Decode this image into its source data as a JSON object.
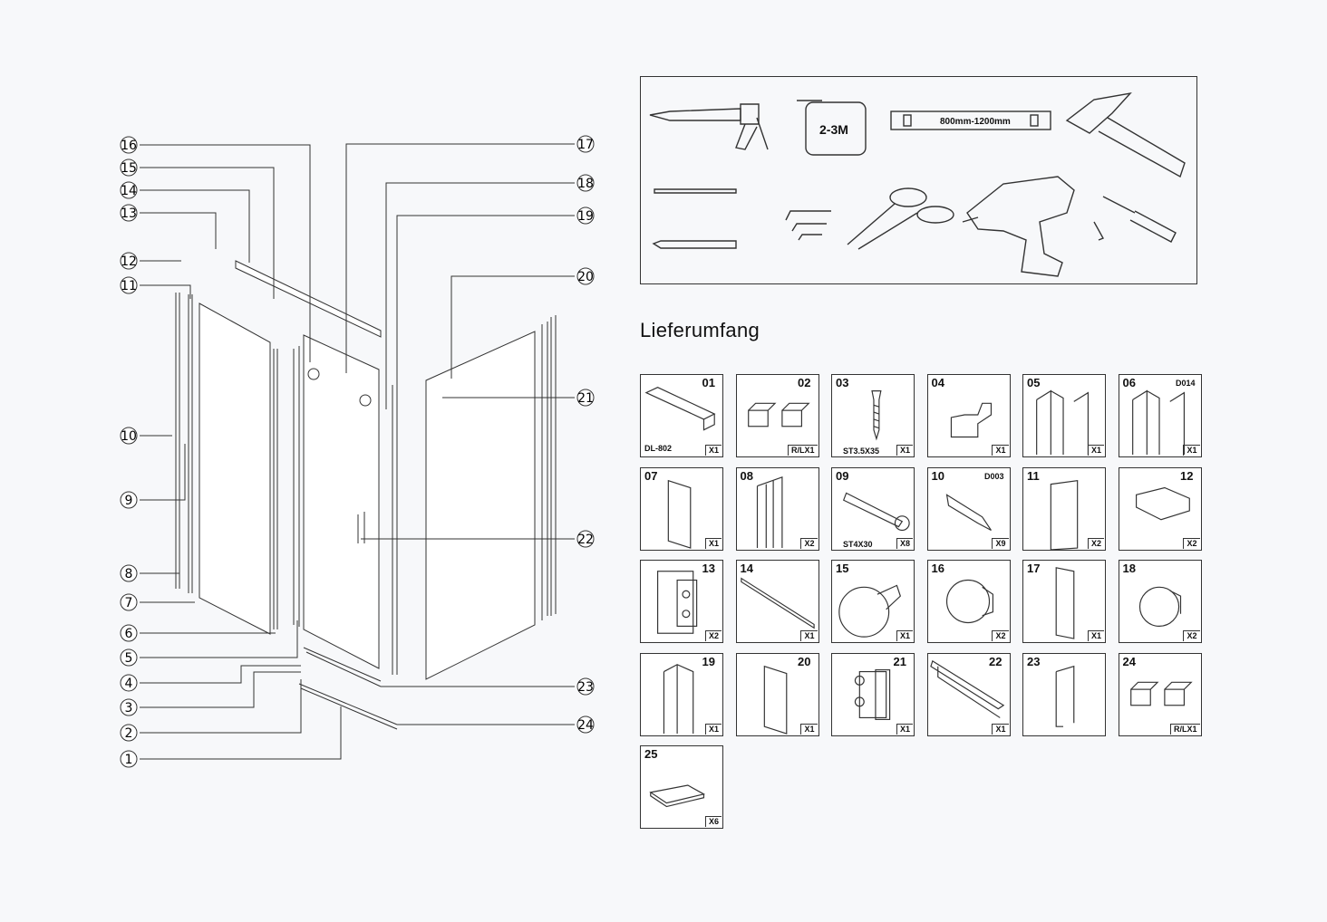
{
  "section_title": "Lieferumfang",
  "diagram": {
    "callouts": [
      "16",
      "15",
      "14",
      "13",
      "12",
      "11",
      "10",
      "9",
      "8",
      "7",
      "6",
      "5",
      "4",
      "3",
      "2",
      "1",
      "17",
      "18",
      "19",
      "20",
      "21",
      "22",
      "23",
      "24"
    ]
  },
  "tools": {
    "tape_label": "2-3M",
    "level_label": "800mm-1200mm",
    "items": [
      "caulking-gun",
      "measuring-tape",
      "spirit-level",
      "hammer",
      "drill-bit",
      "pencil",
      "allen-keys",
      "scissors",
      "cordless-drill",
      "screwdrivers"
    ]
  },
  "parts": [
    {
      "num": "01",
      "qty": "X1",
      "code": "DL-802",
      "icon": "square-profile"
    },
    {
      "num": "02",
      "qty": "R/LX1",
      "code": "",
      "icon": "corner-blocks"
    },
    {
      "num": "03",
      "qty": "X1",
      "code": "ST3.5X35",
      "icon": "screw"
    },
    {
      "num": "04",
      "qty": "X1",
      "code": "",
      "icon": "bracket"
    },
    {
      "num": "05",
      "qty": "X1",
      "code": "",
      "icon": "wall-profile"
    },
    {
      "num": "06",
      "qty": "X1",
      "code": "D014",
      "icon": "wall-profile"
    },
    {
      "num": "07",
      "qty": "X1",
      "code": "",
      "icon": "glass-panel"
    },
    {
      "num": "08",
      "qty": "X2",
      "code": "",
      "icon": "channel-profile"
    },
    {
      "num": "09",
      "qty": "X8",
      "code": "ST4X30",
      "icon": "long-screw"
    },
    {
      "num": "10",
      "qty": "X9",
      "code": "D003",
      "icon": "wall-plug"
    },
    {
      "num": "11",
      "qty": "X2",
      "code": "",
      "icon": "seal-strip"
    },
    {
      "num": "12",
      "qty": "X2",
      "code": "",
      "icon": "end-cap"
    },
    {
      "num": "13",
      "qty": "X2",
      "code": "",
      "icon": "clamp-block"
    },
    {
      "num": "14",
      "qty": "X1",
      "code": "",
      "icon": "rod"
    },
    {
      "num": "15",
      "qty": "X1",
      "code": "",
      "icon": "knob"
    },
    {
      "num": "16",
      "qty": "X2",
      "code": "",
      "icon": "knob-small"
    },
    {
      "num": "17",
      "qty": "X1",
      "code": "",
      "icon": "door-panel"
    },
    {
      "num": "18",
      "qty": "X2",
      "code": "",
      "icon": "knob-cut"
    },
    {
      "num": "19",
      "qty": "X1",
      "code": "",
      "icon": "magnet-profile"
    },
    {
      "num": "20",
      "qty": "X1",
      "code": "",
      "icon": "glass-panel"
    },
    {
      "num": "21",
      "qty": "X1",
      "code": "",
      "icon": "hinge"
    },
    {
      "num": "22",
      "qty": "X1",
      "code": "",
      "icon": "bottom-rail"
    },
    {
      "num": "23",
      "qty": "",
      "code": "",
      "icon": "handle"
    },
    {
      "num": "24",
      "qty": "R/LX1",
      "code": "",
      "icon": "corner-blocks"
    },
    {
      "num": "25",
      "qty": "X6",
      "code": "",
      "icon": "pad"
    }
  ]
}
